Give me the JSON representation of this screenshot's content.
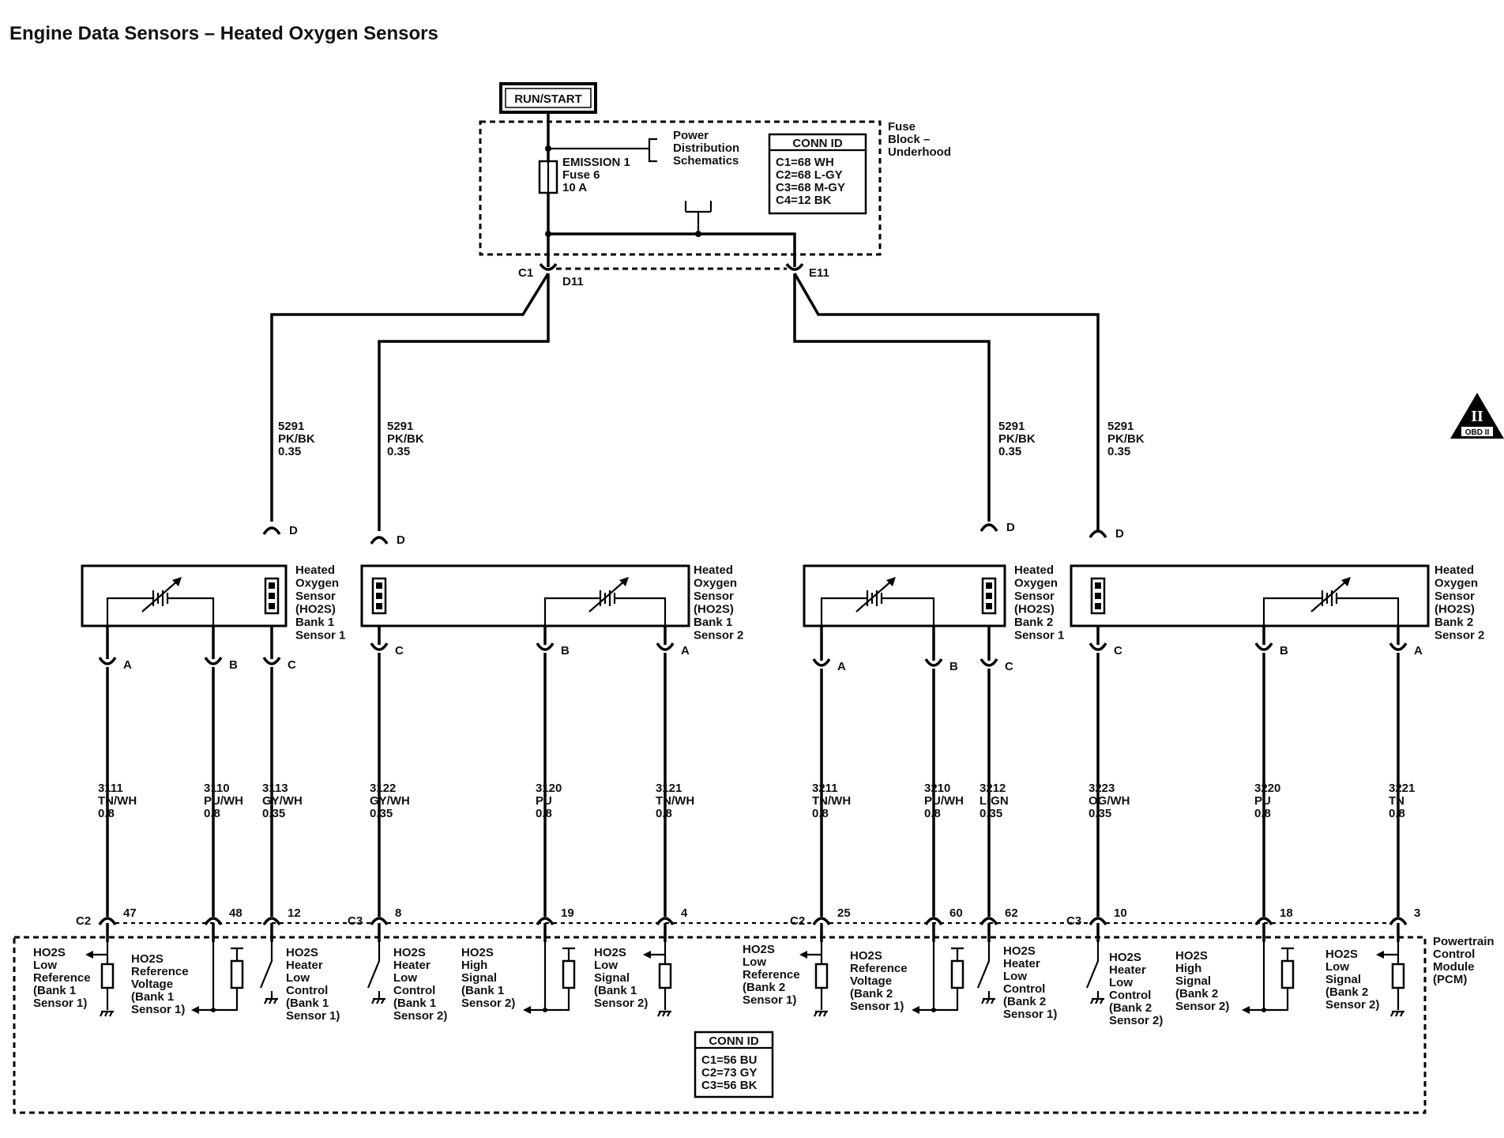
{
  "title": "Engine Data Sensors – Heated Oxygen Sensors",
  "power_source": "RUN/START",
  "obd_badge": {
    "numeral": "II",
    "label": "OBD II"
  },
  "fuse_block": {
    "name": [
      "Fuse",
      "Block –",
      "Underhood"
    ],
    "fuse": [
      "EMISSION 1",
      "Fuse 6",
      "10 A"
    ],
    "power_distribution": [
      "Power",
      "Distribution",
      "Schematics"
    ],
    "conn_id_title": "CONN ID",
    "conn_id": [
      "C1=68 WH",
      "C2=68 L-GY",
      "C3=68 M-GY",
      "C4=12 BK"
    ],
    "outputs": [
      "C1",
      "D11",
      "E11"
    ]
  },
  "pcm": {
    "name": [
      "Powertrain",
      "Control",
      "Module",
      "(PCM)"
    ],
    "conn_id_title": "CONN ID",
    "conn_id": [
      "C1=56 BU",
      "C2=73 GY",
      "C3=56 BK"
    ]
  },
  "sensor_labels": [
    [
      "Heated",
      "Oxygen",
      "Sensor",
      "(HO2S)",
      "Bank 1",
      "Sensor 1"
    ],
    [
      "Heated",
      "Oxygen",
      "Sensor",
      "(HO2S)",
      "Bank 1",
      "Sensor 2"
    ],
    [
      "Heated",
      "Oxygen",
      "Sensor",
      "(HO2S)",
      "Bank 2",
      "Sensor 1"
    ],
    [
      "Heated",
      "Oxygen",
      "Sensor",
      "(HO2S)",
      "Bank 2",
      "Sensor 2"
    ]
  ],
  "feed_wires": [
    {
      "circuit": "5291",
      "color": "PK/BK",
      "gauge": "0.35",
      "pin": "D"
    },
    {
      "circuit": "5291",
      "color": "PK/BK",
      "gauge": "0.35",
      "pin": "D"
    },
    {
      "circuit": "5291",
      "color": "PK/BK",
      "gauge": "0.35",
      "pin": "D"
    },
    {
      "circuit": "5291",
      "color": "PK/BK",
      "gauge": "0.35",
      "pin": "D"
    }
  ],
  "signal_wires": [
    {
      "sensor_pin": "A",
      "circuit": "3111",
      "color": "TN/WH",
      "gauge": "0.8",
      "pcm_pin": "47"
    },
    {
      "sensor_pin": "B",
      "circuit": "3110",
      "color": "PU/WH",
      "gauge": "0.8",
      "pcm_pin": "48"
    },
    {
      "sensor_pin": "C",
      "circuit": "3113",
      "color": "GY/WH",
      "gauge": "0.35",
      "pcm_pin": "12"
    },
    {
      "sensor_pin": "C",
      "circuit": "3122",
      "color": "GY/WH",
      "gauge": "0.35",
      "pcm_pin": "8"
    },
    {
      "sensor_pin": "B",
      "circuit": "3120",
      "color": "PU",
      "gauge": "0.8",
      "pcm_pin": "19"
    },
    {
      "sensor_pin": "A",
      "circuit": "3121",
      "color": "TN/WH",
      "gauge": "0.8",
      "pcm_pin": "4"
    },
    {
      "sensor_pin": "A",
      "circuit": "3211",
      "color": "TN/WH",
      "gauge": "0.8",
      "pcm_pin": "25"
    },
    {
      "sensor_pin": "B",
      "circuit": "3210",
      "color": "PU/WH",
      "gauge": "0.8",
      "pcm_pin": "60"
    },
    {
      "sensor_pin": "C",
      "circuit": "3212",
      "color": "L-GN",
      "gauge": "0.35",
      "pcm_pin": "62"
    },
    {
      "sensor_pin": "C",
      "circuit": "3223",
      "color": "OG/WH",
      "gauge": "0.35",
      "pcm_pin": "10"
    },
    {
      "sensor_pin": "B",
      "circuit": "3220",
      "color": "PU",
      "gauge": "0.8",
      "pcm_pin": "18"
    },
    {
      "sensor_pin": "A",
      "circuit": "3221",
      "color": "TN",
      "gauge": "0.8",
      "pcm_pin": "3"
    }
  ],
  "pcm_connectors": [
    "C2",
    "C3",
    "C2",
    "C3"
  ],
  "pcm_functions": [
    [
      "HO2S",
      "Low",
      "Reference",
      "(Bank 1",
      "Sensor 1)"
    ],
    [
      "HO2S",
      "Reference",
      "Voltage",
      "(Bank 1",
      "Sensor 1)"
    ],
    [
      "HO2S",
      "Heater",
      "Low",
      "Control",
      "(Bank 1",
      "Sensor 1)"
    ],
    [
      "HO2S",
      "Heater",
      "Low",
      "Control",
      "(Bank 1",
      "Sensor 2)"
    ],
    [
      "HO2S",
      "High",
      "Signal",
      "(Bank 1",
      "Sensor 2)"
    ],
    [
      "HO2S",
      "Low",
      "Signal",
      "(Bank 1",
      "Sensor 2)"
    ],
    [
      "HO2S",
      "Low",
      "Reference",
      "(Bank 2",
      "Sensor 1)"
    ],
    [
      "HO2S",
      "Reference",
      "Voltage",
      "(Bank 2",
      "Sensor 1)"
    ],
    [
      "HO2S",
      "Heater",
      "Low",
      "Control",
      "(Bank 2",
      "Sensor 1)"
    ],
    [
      "HO2S",
      "Heater",
      "Low",
      "Control",
      "(Bank 2",
      "Sensor 2)"
    ],
    [
      "HO2S",
      "High",
      "Signal",
      "(Bank 2",
      "Sensor 2)"
    ],
    [
      "HO2S",
      "Low",
      "Signal",
      "(Bank 2",
      "Sensor 2)"
    ]
  ]
}
